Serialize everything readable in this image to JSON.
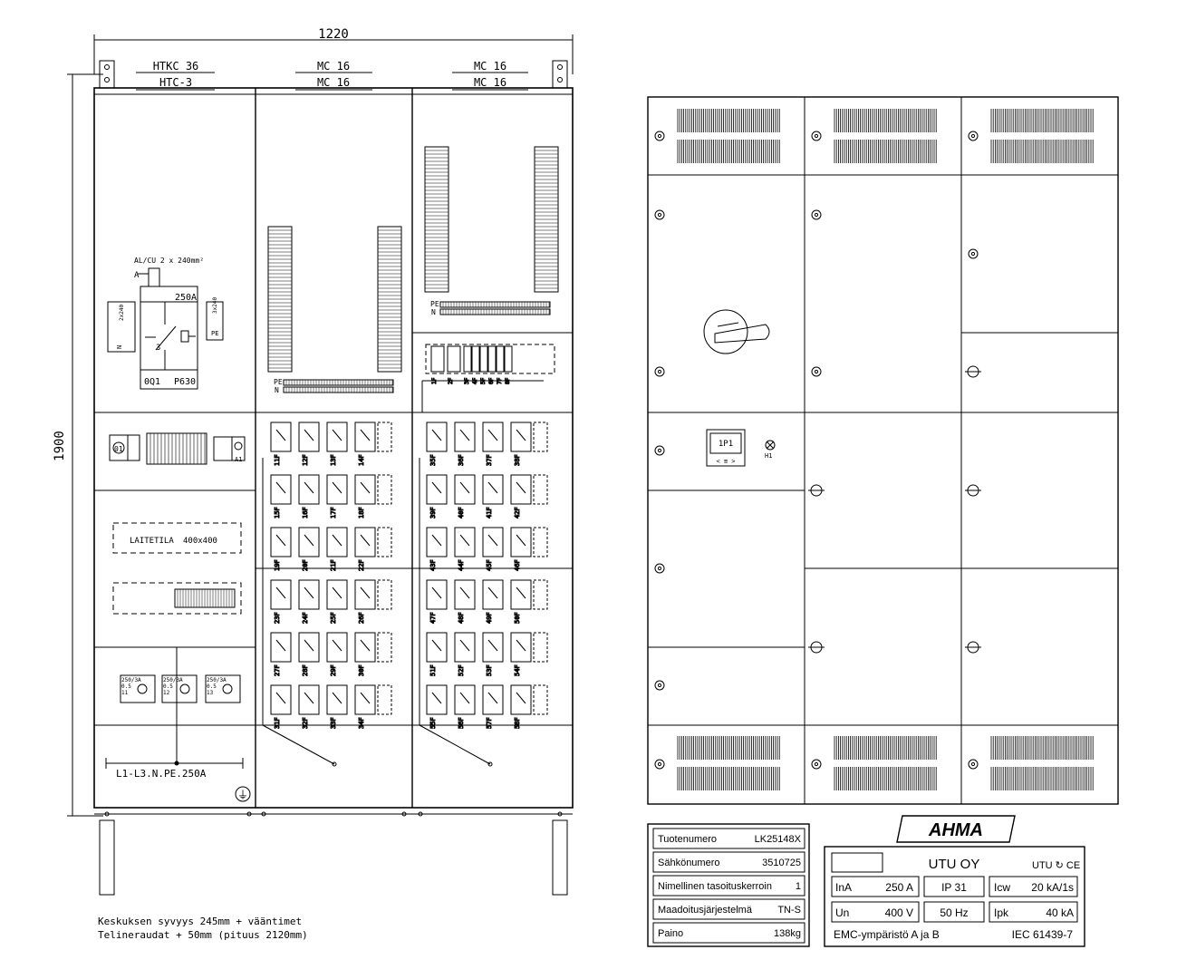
{
  "front": {
    "width_label": "1220",
    "height_label": "1900",
    "section_headers": [
      {
        "top": "HTKC 36",
        "bottom": "HTC-3"
      },
      {
        "top": "MC 16",
        "bottom": "MC 16"
      },
      {
        "top": "MC 16",
        "bottom": "MC 16"
      }
    ],
    "main_switch": {
      "cable_label": "AL/CU 2 x 240mm²",
      "rating": "250A",
      "ref_a": "A",
      "left_terminal": "2x240",
      "n_label": "N",
      "pe_block": "3x240",
      "pe_label": "PE",
      "pole_count": "3",
      "designation": "0Q1",
      "model": "P630"
    },
    "meter": {
      "label": "01",
      "a1_label": "A1"
    },
    "device_space": {
      "label": "LAITETILA",
      "size": "400x400"
    },
    "surge_fuses": [
      {
        "rating": "250/3A",
        "line2": "0.5",
        "line3": "11"
      },
      {
        "rating": "250/3A",
        "line2": "0.5",
        "line3": "12"
      },
      {
        "rating": "250/3A",
        "line2": "0.5",
        "line3": "13"
      }
    ],
    "busbar_label": "L1-L3.N.PE.250A",
    "earth_symbol": "⏚",
    "pe_n_labels": [
      "PE",
      "N"
    ],
    "column2_breakers": [
      [
        "11F",
        "12F",
        "13F",
        "14F"
      ],
      [
        "15F",
        "16F",
        "17F",
        "18F"
      ],
      [
        "19F",
        "20F",
        "21F",
        "22F"
      ],
      [
        "23F",
        "24F",
        "25F",
        "26F"
      ],
      [
        "27F",
        "28F",
        "29F",
        "30F"
      ],
      [
        "31F",
        "32F",
        "33F",
        "34F"
      ]
    ],
    "column3_breakers": [
      [
        "35F",
        "36F",
        "37F",
        "38F"
      ],
      [
        "39F",
        "40F",
        "41F",
        "42F"
      ],
      [
        "43F",
        "44F",
        "45F",
        "46F"
      ],
      [
        "47F",
        "48F",
        "49F",
        "50F"
      ],
      [
        "51F",
        "52F",
        "53F",
        "54F"
      ],
      [
        "55F",
        "56F",
        "57F",
        "58F"
      ]
    ],
    "column3_top_breakers": [
      "1F",
      "2F",
      "3F",
      "4F",
      "5F",
      "6F",
      "7F",
      "8F"
    ],
    "notes": [
      "Keskuksen syvyys 245mm + vääntimet",
      "Telineraudat + 50mm (pituus 2120mm)"
    ]
  },
  "door_view": {
    "indicator_label": "1P1",
    "indicator_sub": "< ≡ >",
    "lamp_label": "H1"
  },
  "spec_table": [
    {
      "label": "Tuotenumero",
      "value": "LK25148X"
    },
    {
      "label": "Sähkönumero",
      "value": "3510725"
    },
    {
      "label": "Nimellinen tasoituskerroin",
      "value": "1"
    },
    {
      "label": "Maadoitusjärjestelmä",
      "value": "TN-S"
    },
    {
      "label": "Paino",
      "value": "138kg"
    }
  ],
  "nameplate": {
    "brand": "AHMA",
    "maker": "UTU OY",
    "marks": "UTU ↻ CE",
    "row1": [
      {
        "k": "InA",
        "v": "250 A"
      },
      {
        "k": "IP 31",
        "v": ""
      },
      {
        "k": "Icw",
        "v": "20 kA/1s"
      }
    ],
    "row2": [
      {
        "k": "Un",
        "v": "400 V"
      },
      {
        "k": "50 Hz",
        "v": ""
      },
      {
        "k": "Ipk",
        "v": "40 kA"
      }
    ],
    "footer_left": "EMC-ympäristö  A ja B",
    "footer_right": "IEC 61439-7"
  }
}
